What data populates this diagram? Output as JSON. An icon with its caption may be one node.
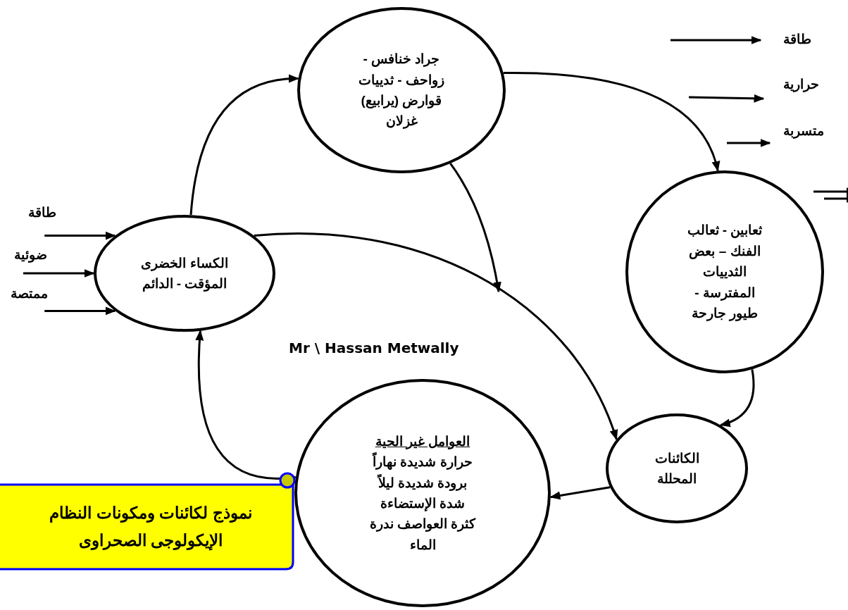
{
  "diagram": {
    "nodes": [
      {
        "text": [
          "الكساء الخضرى المؤقت - الدائم"
        ]
      },
      {
        "text": [
          "جراد خنافس - زواحف - ثدييات قوارض (يرابيع) غزلان"
        ]
      },
      {
        "text": [
          "ثعابين - ثعالب الفنك – بعض الثدييات المفترسة - طيور جارحة"
        ]
      },
      {
        "text": [
          "الكائنات المحللة"
        ]
      },
      {
        "text": [
          "العوامل غير الحية",
          "حرارة شديدة نهاراً برودة شديدة ليلاً شدة الإستضاءة كثرة العواصف ندرة الماء"
        ]
      },
      {
        "text": [
          "نموذج لكائنات ومكونات النظام الإيكولوجى الصحراوى"
        ]
      }
    ],
    "edges": [
      {
        "from": 0,
        "to": 1,
        "arrow": "to"
      },
      {
        "from": 1,
        "to": 2,
        "arrow": "to"
      },
      {
        "from": 1,
        "to": null,
        "arrow": "to"
      },
      {
        "from": 0,
        "to": 3,
        "arrow": "to"
      },
      {
        "from": 2,
        "to": 3,
        "arrow": "to"
      },
      {
        "from": 3,
        "to": 4,
        "arrow": "to"
      },
      {
        "from": 4,
        "to": 0,
        "arrow": "to"
      },
      {
        "from": null,
        "to": 0,
        "arrow": "to"
      },
      {
        "from": null,
        "to": 0,
        "arrow": "to"
      },
      {
        "from": null,
        "to": 0,
        "arrow": "to"
      }
    ],
    "labels": [
      "طاقة",
      "ضوئية",
      "ممتصة",
      "طاقة",
      "حرارية",
      "متسربة",
      "Mr \\ Hassan Metwally"
    ]
  }
}
